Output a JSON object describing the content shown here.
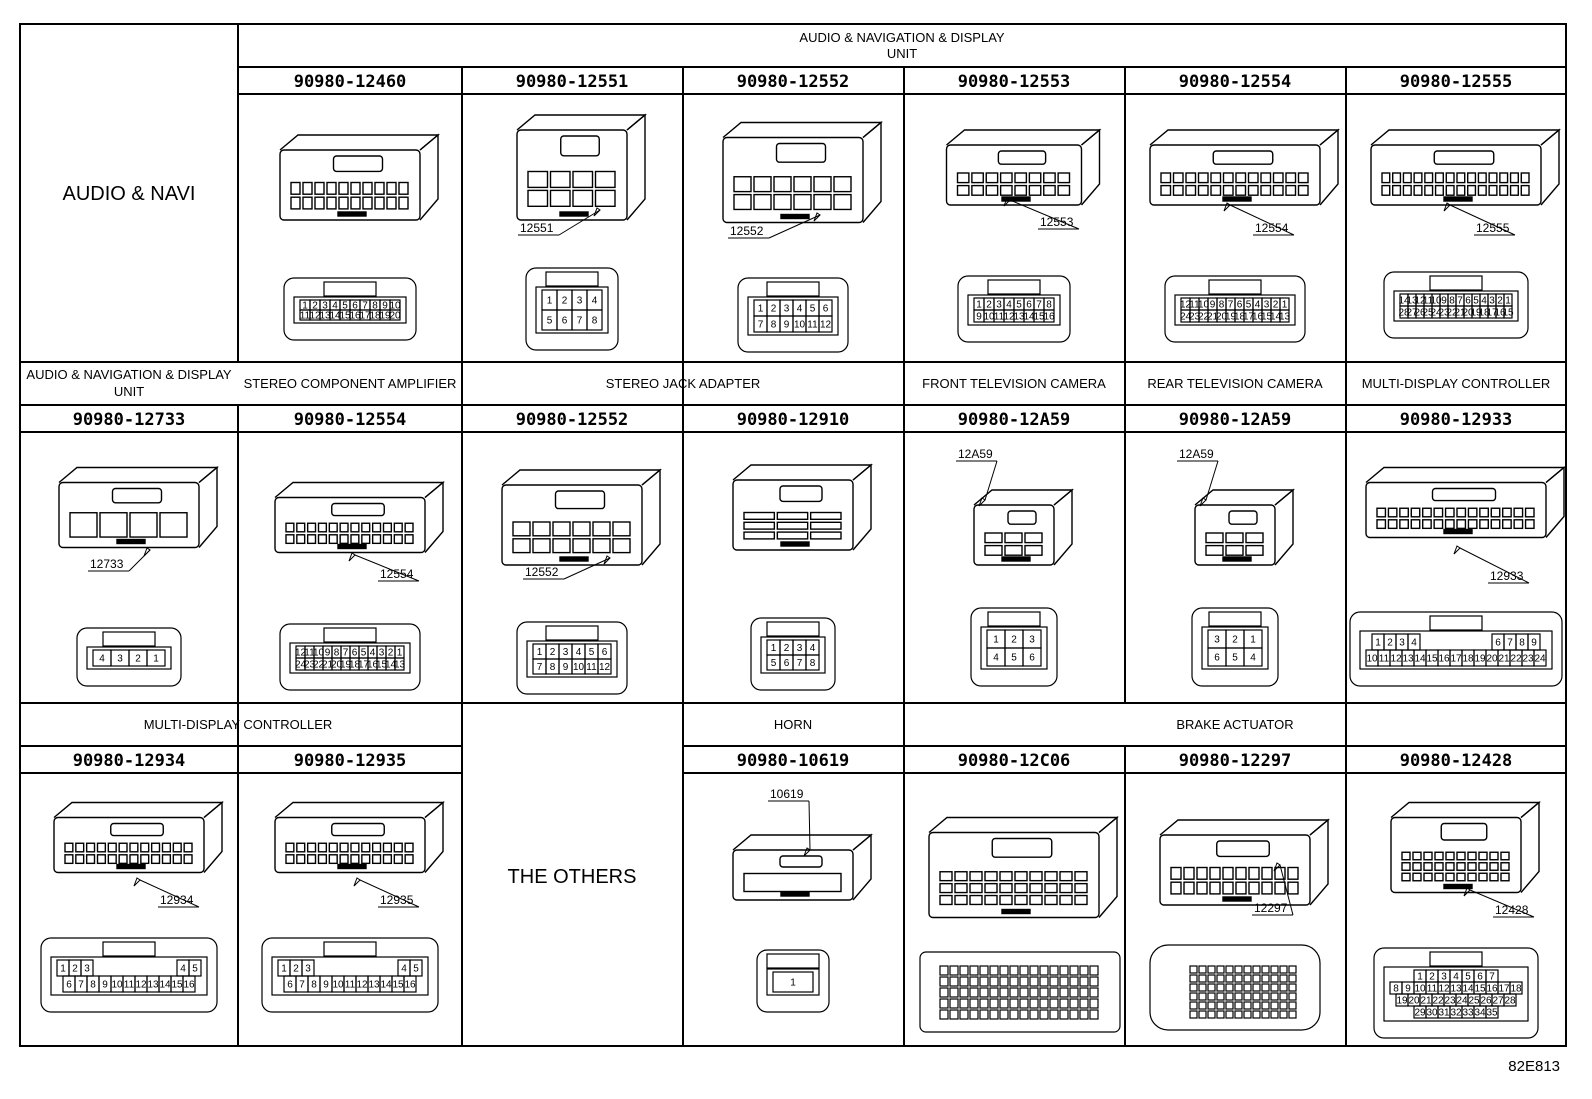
{
  "section_headers": {
    "audio_nav_display_unit": "AUDIO & NAVIGATION & DISPLAY UNIT",
    "audio_nav_display_unit_line1": "AUDIO & NAVIGATION & DISPLAY",
    "audio_nav_display_unit_line2": "UNIT",
    "stereo_component_amplifier": "STEREO COMPONENT AMPLIFIER",
    "stereo_jack_adapter": "STEREO JACK ADAPTER",
    "front_television_camera": "FRONT TELEVISION CAMERA",
    "rear_television_camera": "REAR TELEVISION CAMERA",
    "multi_display_controller": "MULTI-DISPLAY CONTROLLER",
    "horn": "HORN",
    "brake_actuator": "BRAKE ACTUATOR"
  },
  "row_labels": {
    "audio_navi": "AUDIO & NAVI",
    "the_others": "THE OTHERS"
  },
  "rows": [
    {
      "connectors": [
        {
          "part": "90980-12460",
          "callout": ""
        },
        {
          "part": "90980-12551",
          "callout": "12551"
        },
        {
          "part": "90980-12552",
          "callout": "12552"
        },
        {
          "part": "90980-12553",
          "callout": "12553"
        },
        {
          "part": "90980-12554",
          "callout": "12554"
        },
        {
          "part": "90980-12555",
          "callout": "12555"
        }
      ]
    },
    {
      "connectors": [
        {
          "part": "90980-12733",
          "callout": "12733"
        },
        {
          "part": "90980-12554",
          "callout": "12554"
        },
        {
          "part": "90980-12552",
          "callout": "12552"
        },
        {
          "part": "90980-12910",
          "callout": ""
        },
        {
          "part": "90980-12A59",
          "callout": "12A59"
        },
        {
          "part": "90980-12A59",
          "callout": "12A59"
        },
        {
          "part": "90980-12933",
          "callout": "12933"
        }
      ]
    },
    {
      "connectors": [
        {
          "part": "90980-12934",
          "callout": "12934"
        },
        {
          "part": "90980-12935",
          "callout": "12935"
        },
        {
          "part": "90980-10619",
          "callout": "10619"
        },
        {
          "part": "90980-12C06",
          "callout": ""
        },
        {
          "part": "90980-12297",
          "callout": "12297"
        },
        {
          "part": "90980-12428",
          "callout": "12428"
        }
      ]
    }
  ],
  "pin_faces": {
    "c12460": [
      [
        "1",
        "2",
        "3",
        "4",
        "5",
        "6",
        "7",
        "8",
        "9",
        "10"
      ],
      [
        "11",
        "12",
        "13",
        "14",
        "15",
        "16",
        "17",
        "18",
        "19",
        "20"
      ]
    ],
    "c12551": [
      [
        "1",
        "2",
        "3",
        "4"
      ],
      [
        "5",
        "6",
        "7",
        "8"
      ]
    ],
    "c12552": [
      [
        "1",
        "2",
        "3",
        "4",
        "5",
        "6"
      ],
      [
        "7",
        "8",
        "9",
        "10",
        "11",
        "12"
      ]
    ],
    "c12553": [
      [
        "1",
        "2",
        "3",
        "4",
        "5",
        "6",
        "7",
        "8"
      ],
      [
        "9",
        "10",
        "11",
        "12",
        "13",
        "14",
        "15",
        "16"
      ]
    ],
    "c12554": [
      [
        "12",
        "11",
        "10",
        "9",
        "8",
        "7",
        "6",
        "5",
        "4",
        "3",
        "2",
        "1"
      ],
      [
        "24",
        "23",
        "22",
        "21",
        "20",
        "19",
        "18",
        "17",
        "16",
        "15",
        "14",
        "13"
      ]
    ],
    "c12555": [
      [
        "14",
        "13",
        "12",
        "11",
        "10",
        "9",
        "8",
        "7",
        "6",
        "5",
        "4",
        "3",
        "2",
        "1"
      ],
      [
        "28",
        "27",
        "26",
        "25",
        "24",
        "23",
        "22",
        "21",
        "20",
        "19",
        "18",
        "17",
        "16",
        "15"
      ]
    ],
    "c12733": [
      [
        "4",
        "3",
        "2",
        "1"
      ]
    ],
    "c12554b": [
      [
        "12",
        "11",
        "10",
        "9",
        "8",
        "7",
        "6",
        "5",
        "4",
        "3",
        "2",
        "1"
      ],
      [
        "24",
        "23",
        "22",
        "21",
        "20",
        "19",
        "18",
        "17",
        "16",
        "15",
        "14",
        "13"
      ]
    ],
    "c12552b": [
      [
        "1",
        "2",
        "3",
        "4",
        "5",
        "6"
      ],
      [
        "7",
        "8",
        "9",
        "10",
        "11",
        "12"
      ]
    ],
    "c12910": [
      [
        "1",
        "2",
        "3",
        "4"
      ],
      [
        "5",
        "6",
        "7",
        "8"
      ]
    ],
    "c12a59f": [
      [
        "1",
        "2",
        "3"
      ],
      [
        "4",
        "5",
        "6"
      ]
    ],
    "c12a59r": [
      [
        "3",
        "2",
        "1"
      ],
      [
        "6",
        "5",
        "4"
      ]
    ],
    "c12933": [
      [
        "1",
        "2",
        "3",
        "4",
        "",
        "",
        "",
        "",
        "",
        "",
        "6",
        "7",
        "8",
        "9"
      ],
      [
        "10",
        "11",
        "12",
        "13",
        "14",
        "15",
        "16",
        "17",
        "18",
        "19",
        "20",
        "21",
        "22",
        "23",
        "24"
      ]
    ],
    "c12934": [
      [
        "1",
        "2",
        "3",
        "",
        "",
        "",
        "",
        "",
        "",
        "",
        "4",
        "5"
      ],
      [
        "6",
        "7",
        "8",
        "9",
        "10",
        "11",
        "12",
        "13",
        "14",
        "15",
        "16"
      ]
    ],
    "c12935": [
      [
        "1",
        "2",
        "3",
        "",
        "",
        "",
        "",
        "",
        "",
        "",
        "4",
        "5"
      ],
      [
        "6",
        "7",
        "8",
        "9",
        "10",
        "11",
        "12",
        "13",
        "14",
        "15",
        "16"
      ]
    ],
    "c10619": [
      [
        "1"
      ]
    ],
    "c12428": [
      [
        "1",
        "2",
        "3",
        "4",
        "5",
        "6",
        "7"
      ],
      [
        "8",
        "9",
        "10",
        "11",
        "12",
        "13",
        "14",
        "15",
        "16",
        "17",
        "18"
      ],
      [
        "19",
        "20",
        "21",
        "22",
        "23",
        "24",
        "25",
        "26",
        "27",
        "28"
      ],
      [
        "29",
        "30",
        "31",
        "32",
        "33",
        "34",
        "35"
      ]
    ]
  },
  "diagram_id": "82E813"
}
